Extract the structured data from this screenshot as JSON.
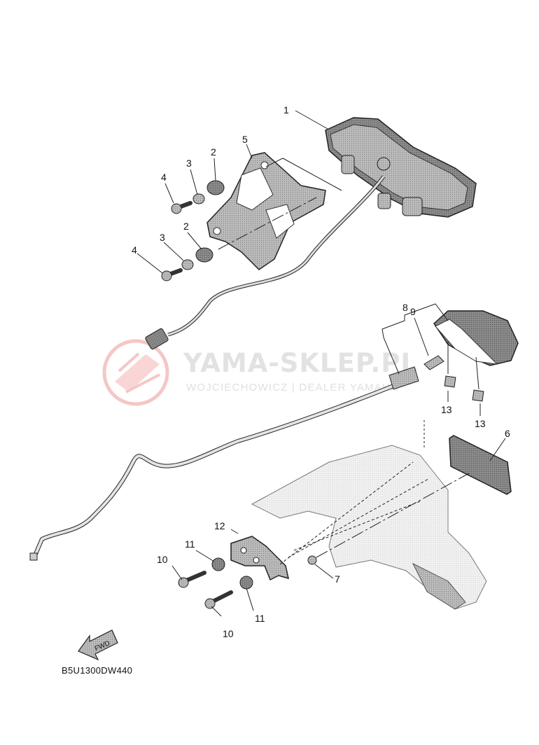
{
  "callouts": {
    "c1": "1",
    "c2a": "2",
    "c2b": "2",
    "c3a": "3",
    "c3b": "3",
    "c4a": "4",
    "c4b": "4",
    "c5": "5",
    "c6": "6",
    "c7": "7",
    "c8": "8",
    "c9": "9",
    "c10a": "10",
    "c10b": "10",
    "c11a": "11",
    "c11b": "11",
    "c12": "12",
    "c13a": "13",
    "c13b": "13"
  },
  "watermark": {
    "title": "YAMA-SKLEP.PL",
    "subtitle": "WOJCIECHOWICZ | DEALER YAMAHA"
  },
  "fwd_label": "FWD",
  "diagram_code": "B5U1300DW440"
}
